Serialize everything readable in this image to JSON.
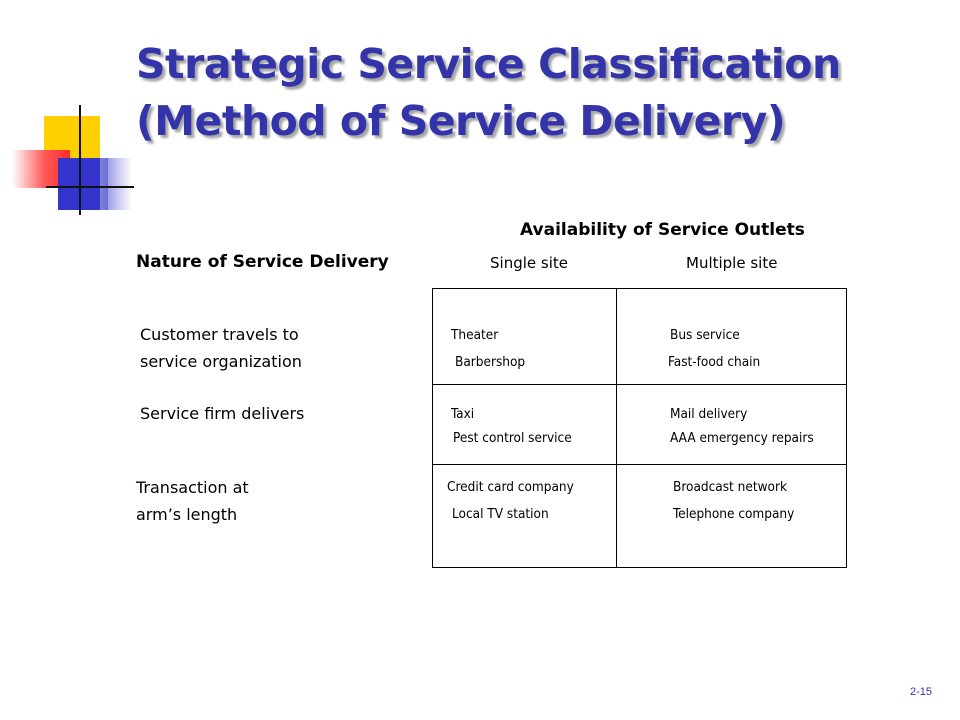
{
  "title": {
    "line1": "Strategic Service Classification",
    "line2": "(Method of Service Delivery)"
  },
  "table": {
    "top_header": "Availability  of Service Outlets",
    "row_header": "Nature of Service Delivery",
    "col_single": "Single site",
    "col_multiple": "Multiple site",
    "rows": [
      {
        "label_line1": "Customer travels  to",
        "label_line2": "service organization",
        "single": [
          "Theater",
          "Barbershop"
        ],
        "multiple": [
          "Bus service",
          "Fast-food chain"
        ]
      },
      {
        "label_line1": "Service firm delivers",
        "label_line2": "",
        "single": [
          "Taxi",
          "Pest control service"
        ],
        "multiple": [
          "Mail delivery",
          "AAA emergency  repairs"
        ]
      },
      {
        "label_line1": "Transaction at",
        "label_line2": "arm’s length",
        "single": [
          "Credit card company",
          "Local TV station"
        ],
        "multiple": [
          "Broadcast network",
          "Telephone company"
        ]
      }
    ]
  },
  "page_number": "2-15",
  "colors": {
    "title": "#3333aa",
    "logo_yellow": "#ffd000",
    "logo_red": "#ff2a2a",
    "logo_blue": "#3434cc"
  }
}
